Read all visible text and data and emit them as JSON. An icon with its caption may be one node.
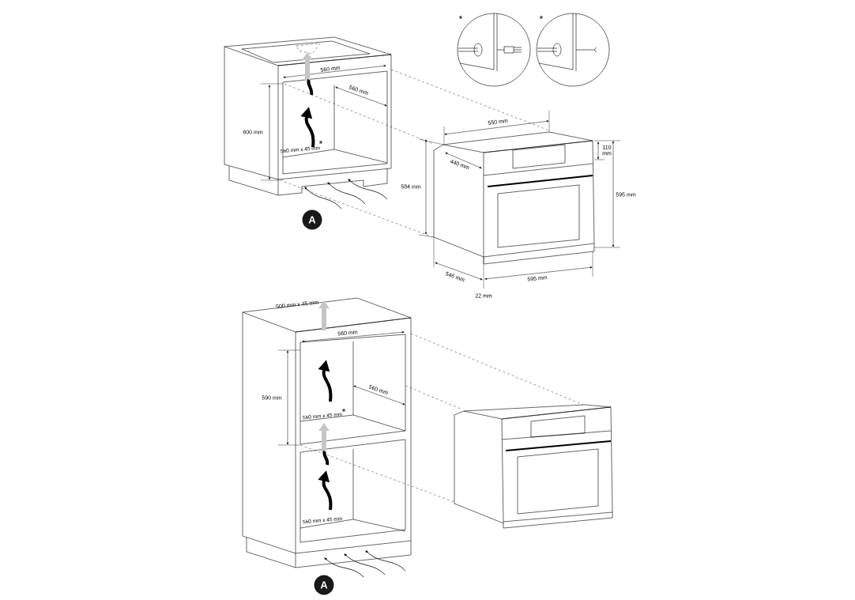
{
  "diagram": {
    "labels": [
      "*",
      "*",
      "560 mm",
      "560 mm",
      "550 mm",
      "600 mm",
      "110 mm",
      "440 mm",
      "560 mm x 45 mm",
      "*",
      "584 mm",
      "595 mm",
      "A",
      "546 mm",
      "595 mm",
      "22 mm",
      "500 mm x 45 mm",
      "560 mm",
      "590 mm",
      "560 mm",
      "560 mm x 45 mm",
      "*",
      "560 mm x 45 mm",
      "A"
    ]
  }
}
